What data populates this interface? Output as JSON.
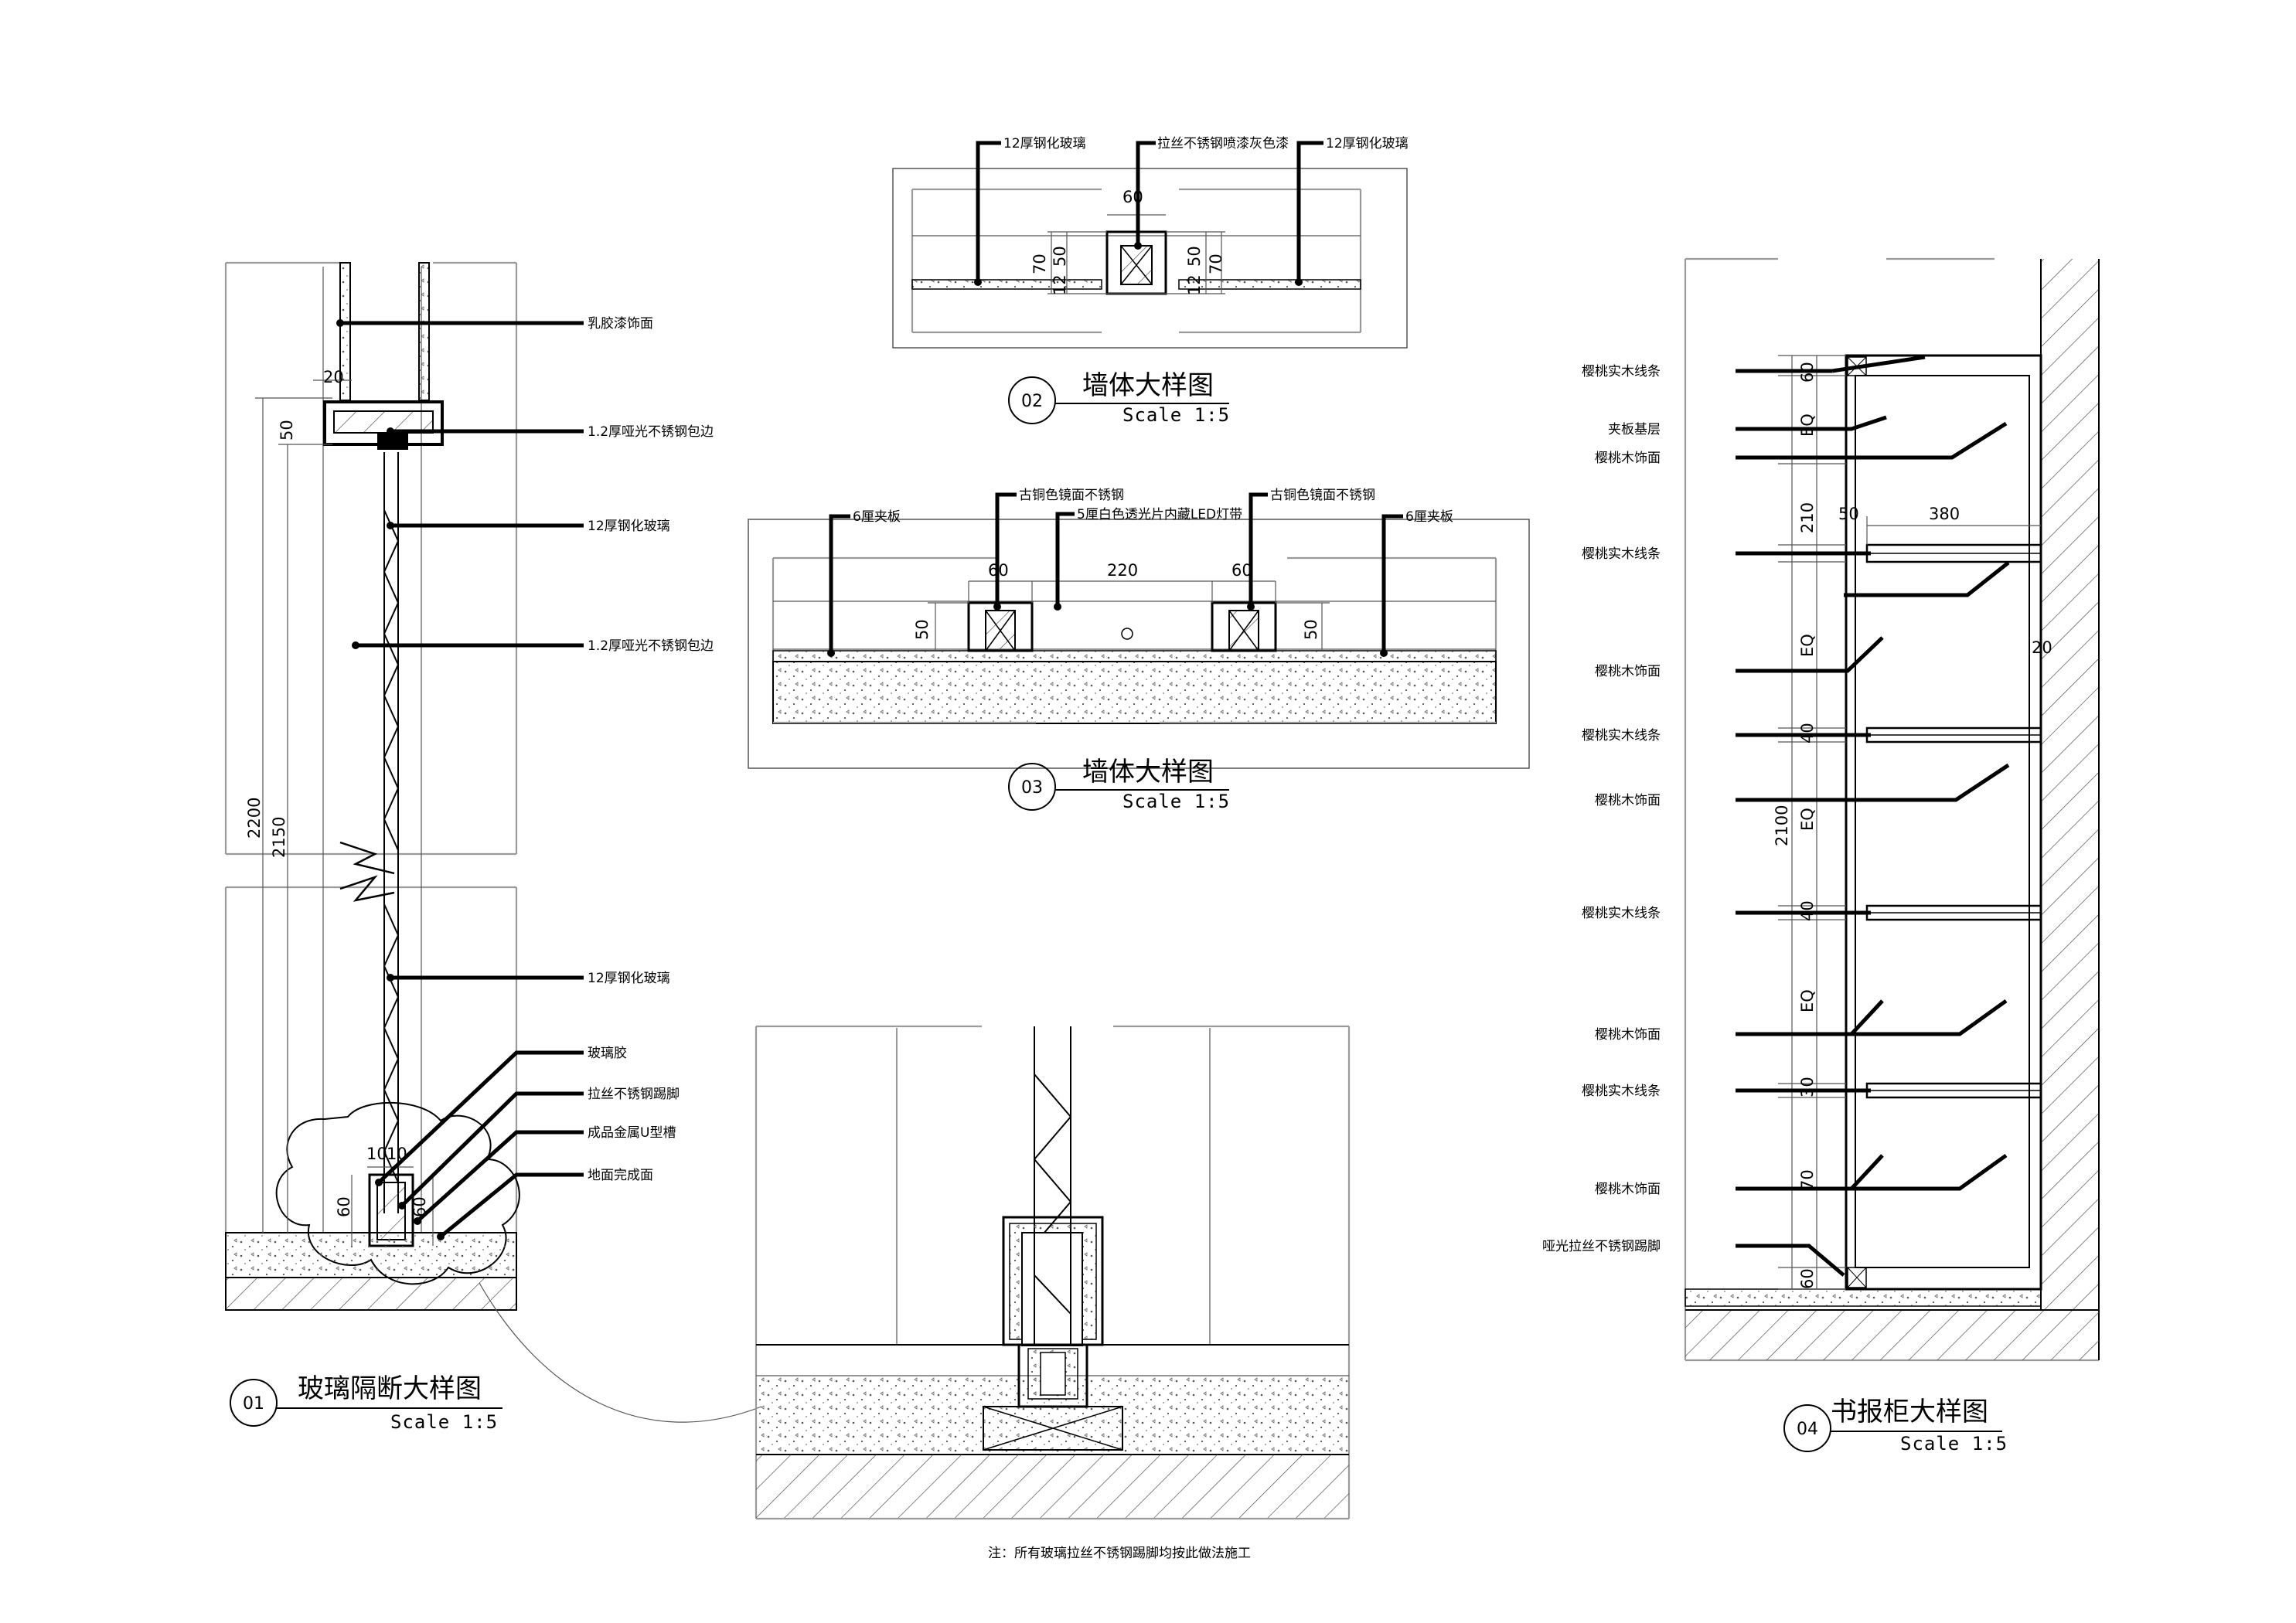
{
  "details": [
    {
      "id": "01",
      "title": "玻璃隔断大样图",
      "scale": "Scale 1:5",
      "notes": [
        "乳胶漆饰面",
        "1.2厚哑光不锈钢包边",
        "12厚钢化玻璃",
        "1.2厚哑光不锈钢包边",
        "12厚钢化玻璃",
        "玻璃胶",
        "拉丝不锈钢踢脚",
        "成品金属U型槽",
        "地面完成面"
      ],
      "dims": [
        "20",
        "50",
        "2200",
        "2150",
        "10",
        "10",
        "60",
        "60"
      ]
    },
    {
      "id": "02",
      "title": "墙体大样图",
      "scale": "Scale 1:5",
      "notes": [
        "12厚钢化玻璃",
        "拉丝不锈钢喷漆灰色漆",
        "12厚钢化玻璃"
      ],
      "dims": [
        "60",
        "70",
        "50",
        "12",
        "50",
        "70",
        "12"
      ]
    },
    {
      "id": "03",
      "title": "墙体大样图",
      "scale": "Scale 1:5",
      "notes": [
        "6厘夹板",
        "古铜色镜面不锈钢",
        "5厘白色透光片内藏LED灯带",
        "古铜色镜面不锈钢",
        "6厘夹板"
      ],
      "dims": [
        "60",
        "220",
        "60",
        "50",
        "50"
      ]
    },
    {
      "id": "04",
      "title": "书报柜大样图",
      "scale": "Scale 1:5",
      "notes": [
        "樱桃实木线条",
        "夹板基层",
        "樱桃木饰面",
        "樱桃实木线条",
        "樱桃木饰面",
        "樱桃实木线条",
        "樱桃木饰面",
        "樱桃实木线条",
        "樱桃木饰面",
        "樱桃实木线条",
        "樱桃木饰面",
        "哑光拉丝不锈钢踢脚"
      ],
      "dims": [
        "60",
        "EQ",
        "210",
        "50",
        "380",
        "EQ",
        "20",
        "40",
        "EQ",
        "2100",
        "40",
        "EQ",
        "30",
        "70",
        "60"
      ]
    }
  ],
  "footnote": "注：所有玻璃拉丝不锈钢踢脚均按此做法施工"
}
